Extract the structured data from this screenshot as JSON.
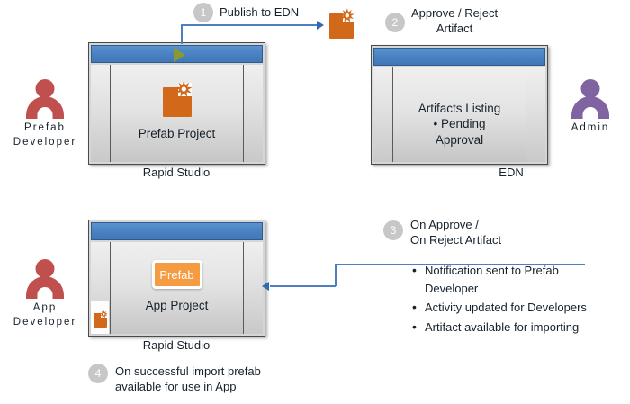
{
  "diagram": {
    "title": "Prefab publish and import workflow",
    "colors": {
      "titlebar_blue": "#4a82c2",
      "artifact_orange": "#d2691a",
      "prefab_chip_orange": "#f59b42",
      "connector_blue": "#4d7ebf",
      "badge_gray": "#c7c7c7",
      "actor_prefab_developer": "#c0504d",
      "actor_admin": "#8064a2",
      "play_triangle_green": "#8a9a33"
    }
  },
  "actors": [
    {
      "id": "prefab-developer",
      "label_lines": [
        "Prefab",
        "Developer"
      ],
      "color": "#c0504d"
    },
    {
      "id": "admin",
      "label_lines": [
        "Admin"
      ],
      "color": "#8064a2"
    },
    {
      "id": "app-developer",
      "label_lines": [
        "App",
        "Developer"
      ],
      "color": "#c0504d"
    }
  ],
  "windows": [
    {
      "id": "prefab-project",
      "content_lines": [
        "Prefab Project"
      ],
      "caption": "Rapid Studio",
      "has_play_button": true,
      "icon": "artifact-icon"
    },
    {
      "id": "edn",
      "content_lines": [
        "Artifacts Listing",
        "•   Pending",
        "Approval"
      ],
      "caption": "EDN",
      "has_play_button": false,
      "icon": null
    },
    {
      "id": "app-project",
      "content_lines": [
        "App  Project"
      ],
      "caption": "Rapid Studio",
      "has_play_button": false,
      "chip_label": "Prefab",
      "icon": "artifact-icon"
    }
  ],
  "steps": [
    {
      "number": "1",
      "text_lines": [
        "Publish to EDN"
      ]
    },
    {
      "number": "2",
      "text_lines": [
        "Approve / Reject",
        "Artifact"
      ]
    },
    {
      "number": "3",
      "text_lines": [
        "On Approve /",
        "On Reject Artifact"
      ]
    },
    {
      "number": "4",
      "text_lines": [
        "On successful import prefab",
        "available for use in App"
      ]
    }
  ],
  "step3_bullets": [
    "Notification sent to Prefab Developer",
    "Activity updated for Developers",
    "Artifact available for importing"
  ],
  "labels": {
    "step1_line1": "Publish to EDN",
    "step2_line1": "Approve / Reject",
    "step2_line2": "Artifact",
    "step3_line1": "On Approve /",
    "step3_line2": "On Reject Artifact",
    "step4_line1": "On successful import prefab",
    "step4_line2": "available for use in App",
    "bullet1_line1": "Notification sent to Prefab",
    "bullet1_line2": "Developer",
    "bullet2": "Activity updated for Developers",
    "bullet3": "Artifact available for importing",
    "prefab_project": "Prefab Project",
    "app_project": "App  Project",
    "artifacts_listing": "Artifacts Listing",
    "pending_bullet": "•   Pending",
    "approval": "Approval",
    "rapid_studio_top": "Rapid Studio",
    "rapid_studio_bottom": "Rapid Studio",
    "edn_caption": "EDN",
    "prefab_chip": "Prefab",
    "badge1": "1",
    "badge2": "2",
    "badge3": "3",
    "badge4": "4",
    "actor1_l1": "Prefab",
    "actor1_l2": "Developer",
    "actor2_l1": "Admin",
    "actor3_l1": "App",
    "actor3_l2": "Developer"
  }
}
